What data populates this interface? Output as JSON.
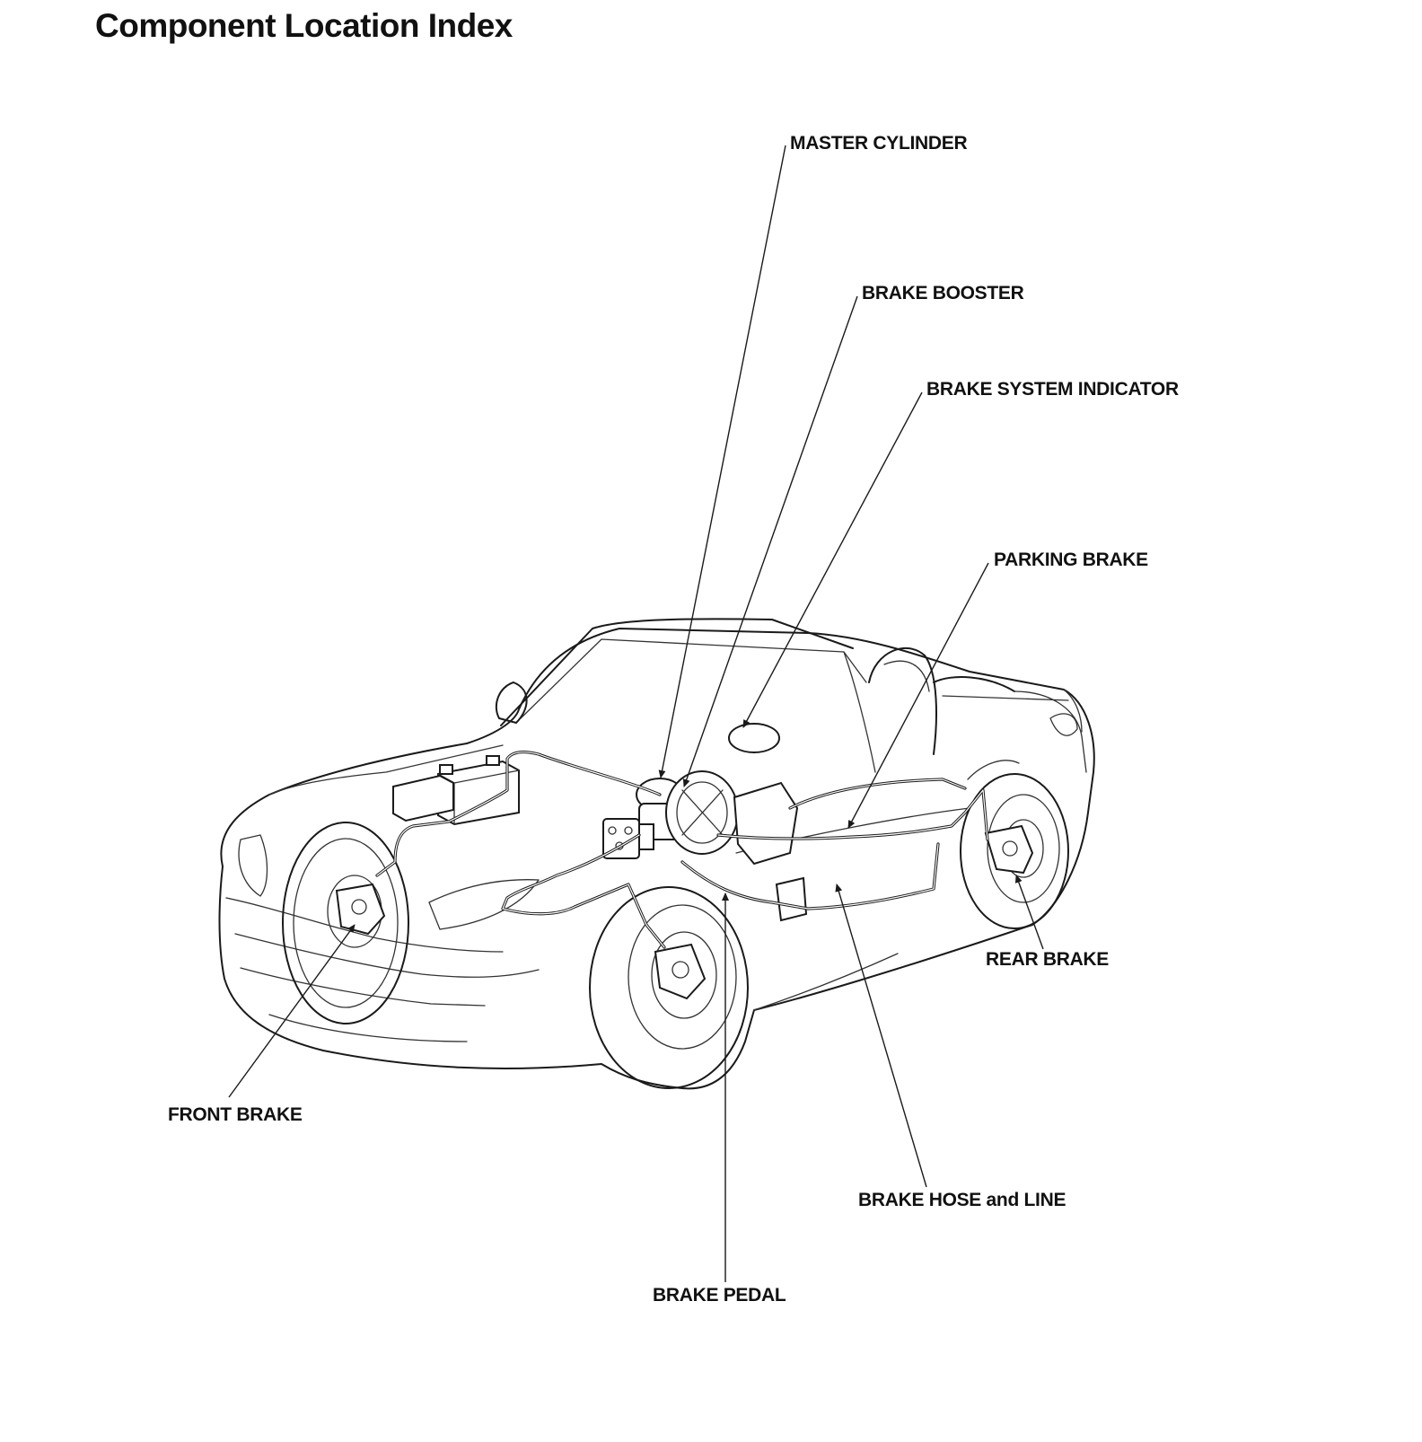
{
  "page": {
    "title": "Component Location Index"
  },
  "callouts": {
    "master_cylinder": "MASTER CYLINDER",
    "brake_booster": "BRAKE BOOSTER",
    "brake_system_indicator": "BRAKE SYSTEM INDICATOR",
    "parking_brake": "PARKING BRAKE",
    "rear_brake": "REAR BRAKE",
    "front_brake": "FRONT BRAKE",
    "brake_hose_and_line": "BRAKE HOSE and LINE",
    "brake_pedal": "BRAKE PEDAL"
  },
  "colors": {
    "ink": "#1a1a1a",
    "background": "#ffffff"
  }
}
